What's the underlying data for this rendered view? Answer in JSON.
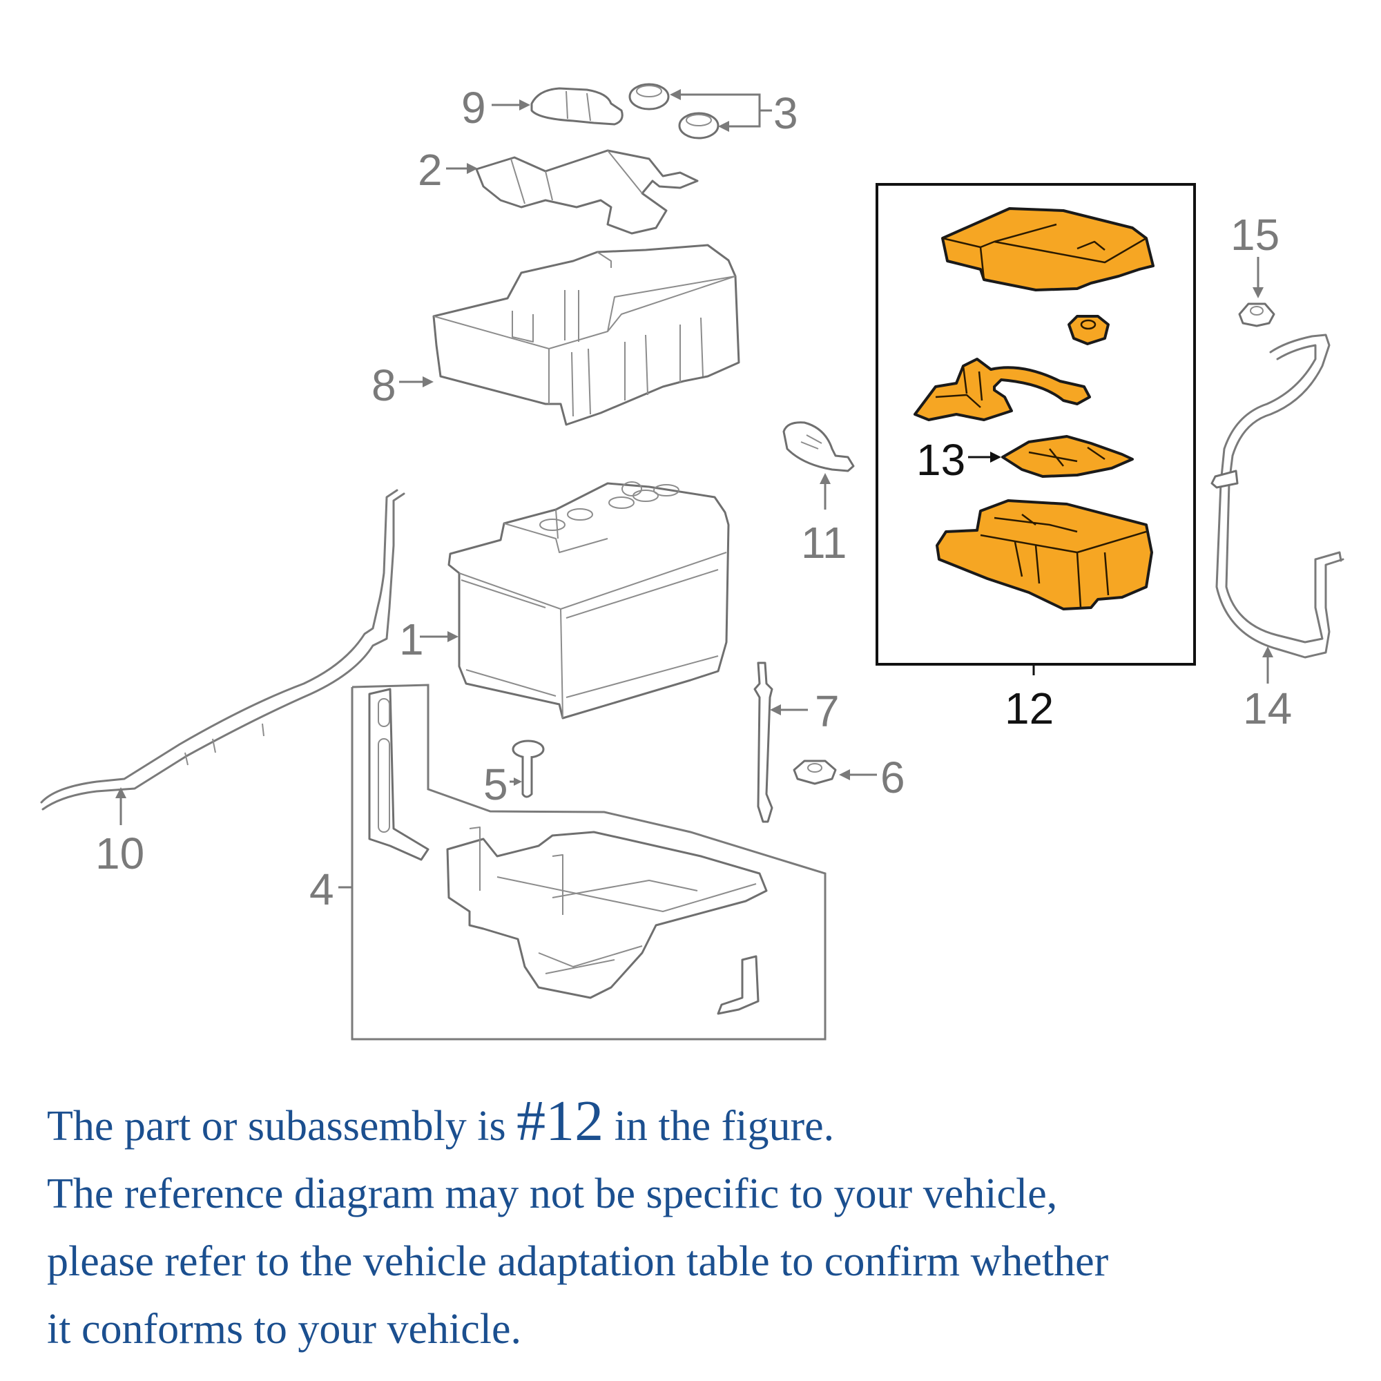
{
  "figure": {
    "title": "Battery and fuse block exploded parts diagram",
    "highlight_color": "#f6a623",
    "caption_color": "#1b4f8f",
    "callouts": [
      {
        "id": "1",
        "part": "battery"
      },
      {
        "id": "2",
        "part": "hold-down-bracket"
      },
      {
        "id": "3",
        "part": "terminal-caps"
      },
      {
        "id": "4",
        "part": "battery-tray-assembly"
      },
      {
        "id": "5",
        "part": "bolt"
      },
      {
        "id": "6",
        "part": "nut"
      },
      {
        "id": "7",
        "part": "hold-down-rod"
      },
      {
        "id": "8",
        "part": "battery-cover"
      },
      {
        "id": "9",
        "part": "vent-plug"
      },
      {
        "id": "10",
        "part": "vent-tube"
      },
      {
        "id": "11",
        "part": "clip"
      },
      {
        "id": "12",
        "part": "fuse-block-assembly",
        "highlighted": true
      },
      {
        "id": "13",
        "part": "fuse-block-insert",
        "highlighted": true
      },
      {
        "id": "14",
        "part": "positive-cable"
      },
      {
        "id": "15",
        "part": "nut"
      }
    ]
  },
  "caption": {
    "line1_before": "The part or subassembly is ",
    "line1_highlight": "#12",
    "line1_after": " in the figure.",
    "line2": "The reference diagram may not be specific to your vehicle,",
    "line3": "please refer to the vehicle adaptation table to confirm whether",
    "line4": "it conforms to your vehicle."
  }
}
